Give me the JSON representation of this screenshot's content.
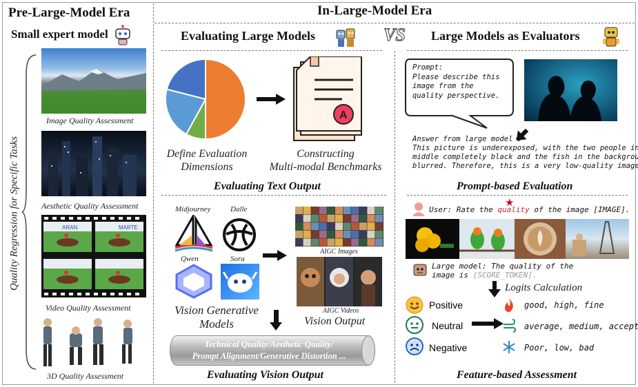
{
  "left": {
    "title": "Pre-Large-Model Era",
    "subtitle": "Small expert model",
    "side_label": "Quality Regression for Specific Tasks",
    "captions": [
      "Image Quality Assessment",
      "Aesthetic Quality Assessment",
      "Video Quality Assessment",
      "3D Quality Assessment"
    ],
    "video_marks": [
      "ARAN",
      "MARTE"
    ]
  },
  "header": {
    "title": "In-Large-Model Era",
    "vs": "VS"
  },
  "eval_models": {
    "title": "Evaluating Large Models",
    "define_dims": [
      "Define Evaluation",
      "Dimensions"
    ],
    "benchmarks": [
      "Constructing",
      "Multi-modal Benchmarks"
    ],
    "text_output": "Evaluating Text Output",
    "models": [
      "Midjourney",
      "Dalle",
      "Qwen",
      "Sora"
    ],
    "gen_models": [
      "Vision Generative",
      "Models"
    ],
    "aigc_images": "AIGC Images",
    "aigc_videos": "AIGC Videos",
    "vision_output": "Vision Output",
    "dims": [
      "Technical Quality/Aesthetic Quality/",
      "Prompt Alignment/Generative Distortion ..."
    ],
    "vision_eval": "Evaluating Vision Output",
    "pie": [
      {
        "value": 50,
        "color": "#ed7d31"
      },
      {
        "value": 8,
        "color": "#70ad47"
      },
      {
        "value": 21,
        "color": "#5b9bd5"
      },
      {
        "value": 21,
        "color": "#4472c4"
      }
    ]
  },
  "evaluators": {
    "title": "Large Models as Evaluators",
    "prompt": [
      "Prompt:",
      "Please describe this",
      "image from the",
      "quality perspective."
    ],
    "answer": [
      "Answer from large model :",
      "This picture is underexposed, with the two people in the",
      "middle completely black and the fish in the background",
      "blurred. Therefore, this is a very low-quality image."
    ],
    "prompt_eval": "Prompt-based Evaluation",
    "user_pre": "User: Rate the ",
    "user_q": "quality",
    "user_post": " of the image [IMAGE].",
    "lm_line1": "Large model: The quality of the",
    "lm_line2_pre": "image is ",
    "lm_token": "[SCORE_TOKEN].",
    "logits": "Logits Calculation",
    "sentiments": [
      {
        "label": "Positive",
        "color": "#e0202a",
        "words": "good, high, fine"
      },
      {
        "label": "Neutral",
        "color": "#1a9e5a",
        "words": "average, medium, acceptable"
      },
      {
        "label": "Negative",
        "color": "#2a63c4",
        "words": "Poor, low, bad"
      }
    ],
    "feature_eval": "Feature-based Assessment"
  }
}
